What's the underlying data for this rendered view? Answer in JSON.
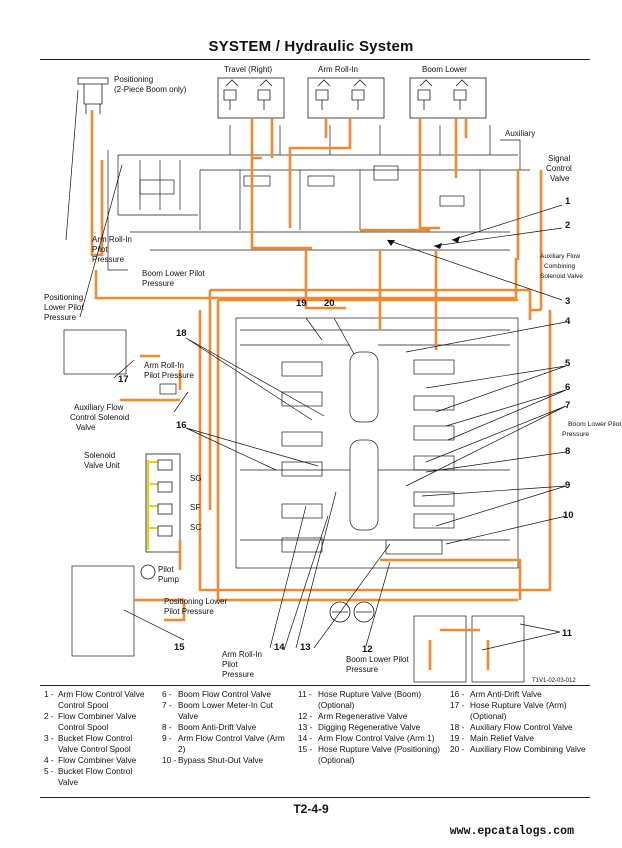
{
  "page": {
    "title": "SYSTEM / Hydraulic System",
    "page_number": "T2-4-9",
    "figure_code": "T1V1-02-03-012",
    "watermark": "www.epcatalogs.com"
  },
  "diagram": {
    "colors": {
      "pilot_line": "#f08a32",
      "line": "#1b1b1b",
      "solenoid": "#e8d21f"
    },
    "top_labels": [
      "Travel (Right)",
      "Arm Roll-In",
      "Boom Lower",
      "Auxiliary"
    ],
    "callouts": {
      "positioning": "Positioning",
      "positioning_2": "(2-Piece Boom only)",
      "signal_control_valve": [
        "Signal",
        "Control",
        "Valve"
      ],
      "arm_roll_in_pilot_pressure": [
        "Arm Roll-In",
        "Pilot",
        "Pressure"
      ],
      "boom_lower_pilot_pressure": [
        "Boom Lower Pilot",
        "Pressure"
      ],
      "aux_flow_combining_solenoid": [
        "Auxiliary  Flow",
        "Combining",
        "Solenoid Valve"
      ],
      "positioning_lower_pilot_pressure": [
        "Positioning",
        "Lower  Pilot",
        "Pressure"
      ],
      "arm_roll_in_pilot_pressure_2": [
        "Arm Roll-In",
        "Pilot Pressure"
      ],
      "aux_flow_control_solenoid": [
        "Auxiliary Flow",
        "Control Solenoid",
        "Valve"
      ],
      "solenoid_valve_unit": [
        "Solenoid",
        "Valve Unit"
      ],
      "sg": "SG",
      "sf": "SF",
      "sc": "SC",
      "pilot_pump": [
        "Pilot",
        "Pump"
      ],
      "positioning_lower_pilot_pressure_2": [
        "Positioning  Lower",
        "Pilot Pressure"
      ],
      "boom_lower_pilot_pressure_right": [
        "Boom  Lower  Pilot",
        "Pressure"
      ],
      "arm_roll_in_pilot_pressure_bottom": [
        "Arm Roll-In",
        "Pilot",
        "Pressure"
      ],
      "boom_lower_pilot_pressure_bottom": [
        "Boom Lower Pilot",
        "Pressure"
      ]
    },
    "numbers": [
      "1",
      "2",
      "3",
      "4",
      "5",
      "6",
      "7",
      "8",
      "9",
      "10",
      "11",
      "12",
      "13",
      "14",
      "15",
      "16",
      "17",
      "18",
      "19",
      "20"
    ]
  },
  "legend": [
    {
      "n": "1 -",
      "text": "Arm Flow Control Valve Control Spool"
    },
    {
      "n": "2 -",
      "text": "Flow Combiner Valve Control Spool"
    },
    {
      "n": "3 -",
      "text": "Bucket Flow Control Valve Control Spool"
    },
    {
      "n": "4 -",
      "text": "Flow Combiner Valve"
    },
    {
      "n": "5 -",
      "text": "Bucket Flow Control Valve"
    },
    {
      "n": "6 -",
      "text": "Boom Flow Control Valve"
    },
    {
      "n": "7 -",
      "text": "Boom Lower Meter-In Cut Valve"
    },
    {
      "n": "8 -",
      "text": "Boom Anti-Drift Valve"
    },
    {
      "n": "9 -",
      "text": "Arm Flow Control Valve (Arm 2)"
    },
    {
      "n": "10 -",
      "text": "Bypass Shut-Out Valve"
    },
    {
      "n": "11 -",
      "text": "Hose Rupture Valve    (Boom) (Optional)"
    },
    {
      "n": "12 -",
      "text": "Arm Regenerative Valve"
    },
    {
      "n": "13 -",
      "text": "Digging Regenerative Valve"
    },
    {
      "n": "14 -",
      "text": "Arm Flow Control Valve (Arm 1)"
    },
    {
      "n": "15 -",
      "text": "Hose Rupture Valve (Positioning) (Optional)"
    },
    {
      "n": "16 -",
      "text": "Arm Anti-Drift Valve"
    },
    {
      "n": "17 -",
      "text": "Hose Rupture Valve (Arm) (Optional)"
    },
    {
      "n": "18 -",
      "text": "Auxiliary Flow Control Valve"
    },
    {
      "n": "19 -",
      "text": "Main Relief Valve"
    },
    {
      "n": "20 -",
      "text": "Auxiliary Flow Combining Valve"
    }
  ]
}
